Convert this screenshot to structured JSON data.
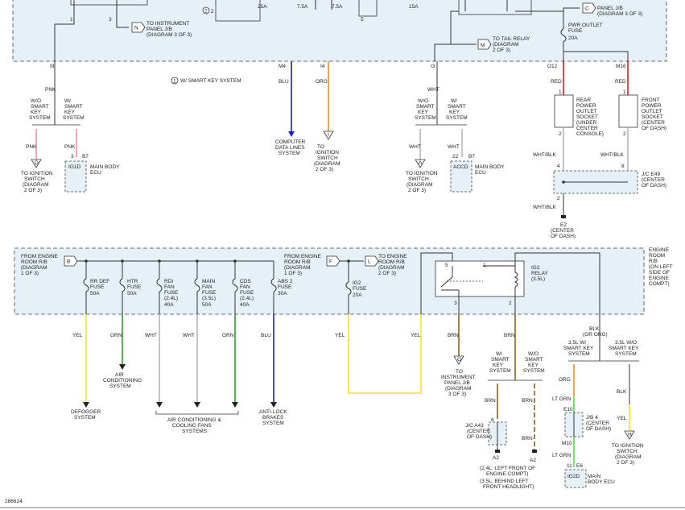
{
  "top": {
    "to_instrument_panel_jb": "TO INSTRUMENT PANEL J/B (DIAGRAM 3 OF 3)",
    "amp_25a": "25A",
    "amp_75a_1": "7.5A",
    "amp_75a_2": "7.5A",
    "amp_15a": "15A",
    "panel_jb": "PANEL J/B (DIAGRAM 3 OF 3)",
    "pwr_outlet_fuse": "PWR OUTLET FUSE",
    "amp_20a_pwr": "20A",
    "to_tail_relay": "TO TAIL RELAY (DIAGRAM 2 OF 3)",
    "pin_2": "2",
    "pin_3": "3",
    "pin_5": "5",
    "connector_i9": "I9",
    "connector_m4": "M4",
    "connector_i4": "I4",
    "connector_i3": "I3",
    "connector_o12": "O12",
    "connector_m16": "M16",
    "smart_note": "W/ SMART KEY SYSTEM",
    "circle_1": "1",
    "letter_d": "D",
    "letter_n": "N",
    "letter_c": "C",
    "letter_m": "M",
    "letter_i": "I"
  },
  "left_top": {
    "pnk_1": "PNK",
    "pnk_2": "PNK",
    "pnk_3": "PNK",
    "wo_smart": "W/O SMART KEY SYSTEM",
    "w_smart": "W/ SMART KEY SYSTEM",
    "to_ignition_d": "TO IGNITION SWITCH (DIAGRAM 2 OF 3)",
    "terminal_3": "3",
    "b7": "B7",
    "ig1d": "IG1D",
    "main_body_ecu": "MAIN BODY ECU",
    "letter_d": "D"
  },
  "middle_top": {
    "blu": "BLU",
    "computer_data_lines": "COMPUTER DATA LINES SYSTEM",
    "org": "ORG",
    "to_ignition_i": "TO IGNITION SWITCH (DIAGRAM 2 OF 3)",
    "letter_i": "I"
  },
  "right_middle_top": {
    "wht_top": "WHT",
    "wo_smart": "W/O SMART KEY SYSTEM",
    "w_smart": "W/ SMART KEY SYSTEM",
    "wht_1": "WHT",
    "wht_2": "WHT",
    "to_ignition_a": "TO IGNITION SWITCH (DIAGRAM 2 OF 3)",
    "terminal_22": "22",
    "b7": "B7",
    "accd": "ACCD",
    "main_body_ecu": "MAIN BODY ECU",
    "letter_a": "A"
  },
  "far_right_top": {
    "red_1": "RED",
    "red_2": "RED",
    "pin_1a": "1",
    "pin_1b": "1",
    "pin_2a": "2",
    "pin_2b": "2",
    "rear_socket": "REAR POWER OUTLET SOCKET (UNDER CENTER CONSOLE)",
    "front_socket": "FRONT POWER OUTLET SOCKET (CENTER OF DASH)",
    "wht_blk_1": "WHT/BLK",
    "wht_blk_2": "WHT/BLK",
    "wht_blk_3": "WHT/BLK",
    "pin_4": "4",
    "pin_8": "8",
    "pin_2c": "2",
    "jc_e49": "J/C E49 (CENTER OF DASH)",
    "ground_e2": "E2 (CENTER OF DASH)"
  },
  "bottom": {
    "from_engine_b": "FROM ENGINE ROOM R/B (DIAGRAM 1 OF 3)",
    "letter_b": "B",
    "rr_def_fuse": "RR DEF FUSE 50A",
    "htr_fuse": "HTR FUSE 50A",
    "rdi_fuse": "RDI FAN FUSE (2.4L) 40A",
    "main_fan_fuse": "MAIN FAN FUSE (3.5L) 50A",
    "cds_fuse": "CDS FAN FUSE (2.4L) 40A",
    "abs2_fuse": "ABS 2 FUSE 30A",
    "from_engine_f": "FROM ENGINE ROOM R/B (DIAGRAM 1 OF 3)",
    "letter_f": "F",
    "to_engine_l": "TO ENGINE ROOM R/B (DIAGRAM 2 OF 3)",
    "letter_l": "L",
    "ig2_fuse": "IG2 FUSE 20A",
    "ig2_relay": "IG2 RELAY (3.5L)",
    "engine_room_rb": "ENGINE ROOM R/B (ON LEFT SIDE OF ENGINE COMPT)",
    "pin_5": "5",
    "pin_1": "1",
    "pin_3": "3",
    "pin_2": "2",
    "yel_1": "YEL",
    "grn_1": "GRN",
    "wht_1": "WHT",
    "wht_2": "WHT",
    "grn_2": "GRN",
    "blu": "BLU",
    "yel_2": "YEL",
    "yel_3": "YEL",
    "brn_1": "BRN",
    "brn_2": "BRN",
    "defogger": "DEFOGGER SYSTEM",
    "air_cond": "AIR CONDITIONING SYSTEM",
    "ac_cooling": "AIR CONDITIONING & COOLING FANS SYSTEMS",
    "anti_lock": "ANTI-LOCK BRAKES SYSTEM",
    "to_instrument_g": "TO INSTRUMENT PANEL J/B (DIAGRAM 3 OF 3)",
    "letter_g": "G",
    "w_smart": "W/ SMART KEY SYSTEM",
    "wo_smart": "W/O SMART KEY SYSTEM",
    "brn_3": "BRN",
    "brn_4": "BRN",
    "brn_5": "BRN",
    "pin_6": "6",
    "jc_a43": "J/C A43 (CENTER OF DASH)",
    "a2_1": "A2",
    "a2_2": "A2",
    "a2_note": "(2.4L: LEFT FRONT OF ENGINE COMPT) (3.5L: BEHIND LEFT FRONT HEADLIGHT)",
    "blk_top": "BLK (OR ORG)",
    "w35_smart": "3.5L W/ SMART KEY SYSTEM",
    "w35o_smart": "3.5L W/O SMART KEY SYSTEM",
    "org": "ORG",
    "lt_grn_1": "LT GRN",
    "lt_grn_2": "LT GRN",
    "e10": "E10",
    "m10": "M10",
    "pin_11": "11",
    "e6": "E6",
    "jb4": "J/B 4 (CENTER OF DASH)",
    "blk": "BLK",
    "yel_4": "YEL",
    "ig2d": "IG2D",
    "main_body_ecu": "MAIN BODY ECU",
    "to_ignition_h": "TO IGNITION SWITCH (DIAGRAM 2 OF 3)",
    "letter_h": "H",
    "footer_id": "286624"
  },
  "colors": {
    "pnk": "#f08cb4",
    "blu": "#1a22c8",
    "org": "#f08c1e",
    "red": "#e01e1e",
    "yel": "#f0e61e",
    "grn": "#28a028",
    "wht": "#b8b8b8",
    "brn": "#8c6418",
    "ltgrn": "#50dc50",
    "box_fill": "#e6f0f7"
  }
}
